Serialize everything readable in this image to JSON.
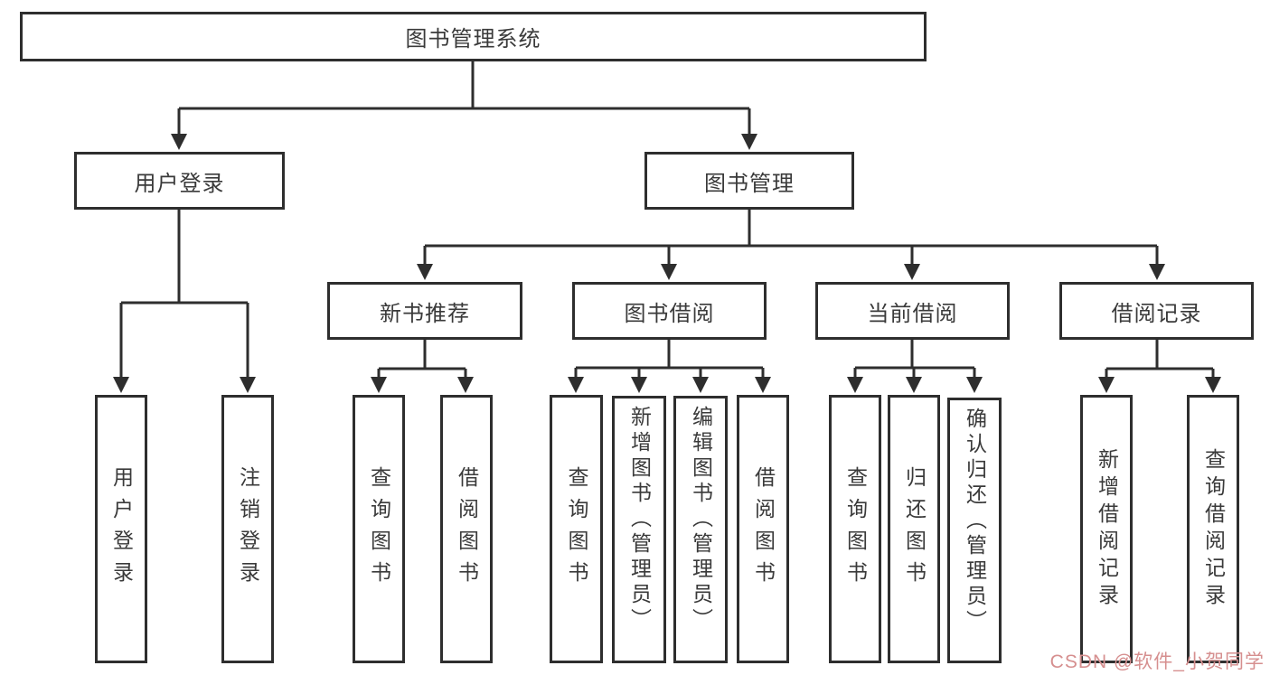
{
  "nodes": {
    "root": "图书管理系统",
    "user_login": "用户登录",
    "book_mgmt": "图书管理",
    "new_books": "新书推荐",
    "borrow": "图书借阅",
    "current": "当前借阅",
    "records": "借阅记录"
  },
  "leaves": {
    "g1": [
      "用户登录",
      "注销登录"
    ],
    "g2": [
      "查询图书",
      "借阅图书"
    ],
    "g3": [
      "查询图书",
      "新增图书（管理员）",
      "编辑图书（管理员）",
      "借阅图书"
    ],
    "g4": [
      "查询图书",
      "归还图书",
      "确认归还（管理员）"
    ],
    "g5": [
      "新增借阅记录",
      "查询借阅记录"
    ]
  },
  "watermark": "CSDN @软件_小贺同学",
  "colors": {
    "line": "#2e2e2e",
    "text": "#3a3a3a",
    "watermark": "#d68f8f",
    "background": "#ffffff"
  }
}
